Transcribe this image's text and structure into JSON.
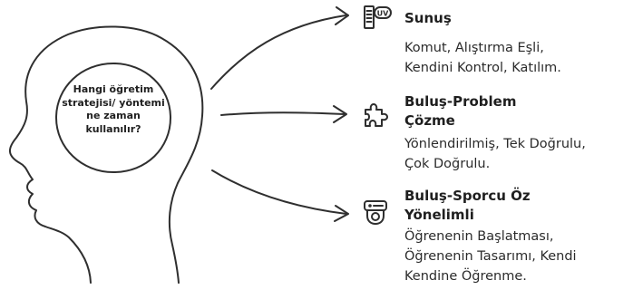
{
  "question": "Hangi öğretim\nstratejisi/ yöntemi\nne zaman\nkullanılır?",
  "sections": [
    {
      "title": "Sunuş",
      "body": "Komut, Alıştırma Eşli,\nKendini Kontrol, Katılım.",
      "icon": "checklist-uv-icon"
    },
    {
      "title": "Buluş-Problem\nÇözme",
      "body": "Yönlendirilmiş, Tek Doğrulu,\nÇok Doğrulu.",
      "icon": "puzzle-piece-icon"
    },
    {
      "title": "Buluş-Sporcu Öz\nYönelimli",
      "body": "Öğrenenin Başlatması,\nÖğrenenin Tasarımı, Kendi\nKendine Öğrenme.",
      "icon": "robot-icon"
    }
  ],
  "colors": {
    "ink": "#2f2f2f",
    "background": "#ffffff"
  }
}
